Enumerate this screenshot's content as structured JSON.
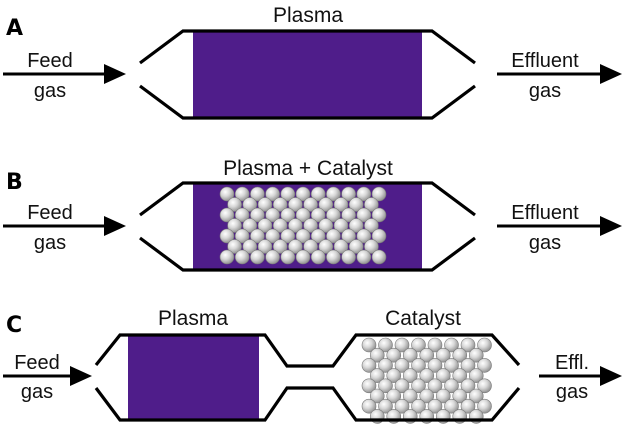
{
  "colors": {
    "plasma": "#4f1d8a",
    "catalyst_sphere": "#cfcfcf",
    "wall": "#000000"
  },
  "panels": [
    {
      "letter": "A",
      "title": "Plasma",
      "input_label_1": "Feed",
      "input_label_2": "gas",
      "output_label_1": "Effluent",
      "output_label_2": "gas"
    },
    {
      "letter": "B",
      "title": "Plasma + Catalyst",
      "input_label_1": "Feed",
      "input_label_2": "gas",
      "output_label_1": "Effluent",
      "output_label_2": "gas"
    },
    {
      "letter": "C",
      "title_plasma": "Plasma",
      "title_catalyst": "Catalyst",
      "input_label_1": "Feed",
      "input_label_2": "gas",
      "output_label_1": "Effl.",
      "output_label_2": "gas"
    }
  ]
}
